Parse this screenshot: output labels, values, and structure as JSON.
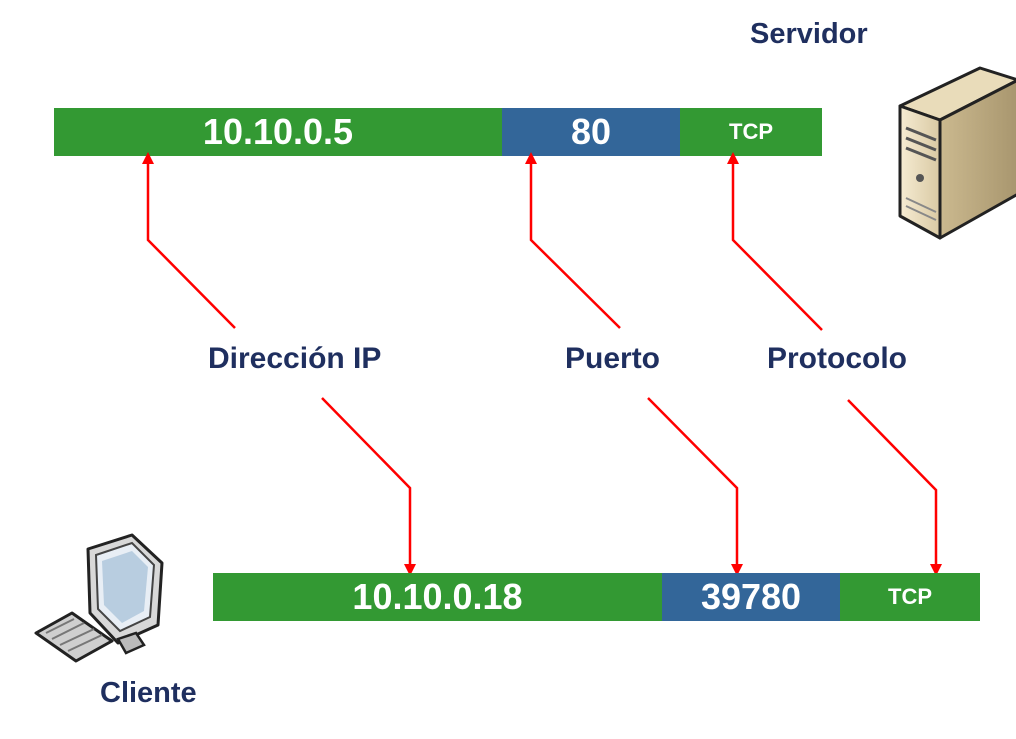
{
  "server": {
    "title": "Servidor",
    "ip": "10.10.0.5",
    "port": "80",
    "protocol": "TCP"
  },
  "client": {
    "title": "Cliente",
    "ip": "10.10.0.18",
    "port": "39780",
    "protocol": "TCP"
  },
  "labels": {
    "ip": "Dirección IP",
    "port": "Puerto",
    "protocol": "Protocolo"
  },
  "colors": {
    "ip_segment": "#339933",
    "port_segment": "#336699",
    "arrow": "#ff0000",
    "label_text": "#1f2f5f"
  },
  "icons": {
    "server": "server-tower-icon",
    "client": "desktop-computer-icon"
  }
}
